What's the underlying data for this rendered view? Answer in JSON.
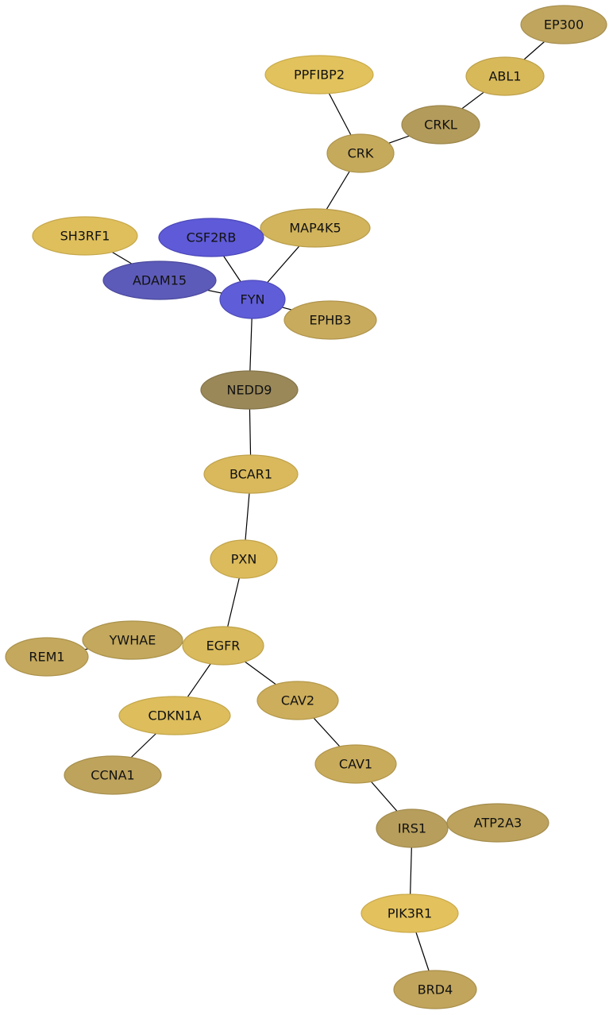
{
  "nodes": [
    {
      "id": "EP300",
      "label": "EP300",
      "fill": "#bfa55e",
      "stroke": "#a89050"
    },
    {
      "id": "ABL1",
      "label": "ABL1",
      "fill": "#d8b95a",
      "stroke": "#bda04a"
    },
    {
      "id": "PPFIBP2",
      "label": "PPFIBP2",
      "fill": "#e1c25c",
      "stroke": "#c9ab4a"
    },
    {
      "id": "CRKL",
      "label": "CRKL",
      "fill": "#b39b5b",
      "stroke": "#9c864c"
    },
    {
      "id": "CRK",
      "label": "CRK",
      "fill": "#c6aa5c",
      "stroke": "#ad944c"
    },
    {
      "id": "MAP4K5",
      "label": "MAP4K5",
      "fill": "#d2b45c",
      "stroke": "#b89c4a"
    },
    {
      "id": "SH3RF1",
      "label": "SH3RF1",
      "fill": "#dfbf5c",
      "stroke": "#c5a74a"
    },
    {
      "id": "CSF2RB",
      "label": "CSF2RB",
      "fill": "#5e5ad8",
      "stroke": "#4b47b8"
    },
    {
      "id": "ADAM15",
      "label": "ADAM15",
      "fill": "#5d5bb9",
      "stroke": "#4a489c"
    },
    {
      "id": "FYN",
      "label": "FYN",
      "fill": "#605dd9",
      "stroke": "#4d4ab9"
    },
    {
      "id": "EPHB3",
      "label": "EPHB3",
      "fill": "#c8ab5c",
      "stroke": "#af944c"
    },
    {
      "id": "NEDD9",
      "label": "NEDD9",
      "fill": "#9a8859",
      "stroke": "#84744a"
    },
    {
      "id": "BCAR1",
      "label": "BCAR1",
      "fill": "#d9b95c",
      "stroke": "#bfa24a"
    },
    {
      "id": "PXN",
      "label": "PXN",
      "fill": "#dcbb5c",
      "stroke": "#c2a44a"
    },
    {
      "id": "YWHAE",
      "label": "YWHAE",
      "fill": "#c3a85d",
      "stroke": "#aa924c"
    },
    {
      "id": "REM1",
      "label": "REM1",
      "fill": "#c4a85d",
      "stroke": "#ab924c"
    },
    {
      "id": "EGFR",
      "label": "EGFR",
      "fill": "#d9ba5c",
      "stroke": "#bfa24a"
    },
    {
      "id": "CDKN1A",
      "label": "CDKN1A",
      "fill": "#ddbd5c",
      "stroke": "#c3a64a"
    },
    {
      "id": "CAV2",
      "label": "CAV2",
      "fill": "#cdae5c",
      "stroke": "#b3974a"
    },
    {
      "id": "CCNA1",
      "label": "CCNA1",
      "fill": "#bea35d",
      "stroke": "#a68e4c"
    },
    {
      "id": "CAV1",
      "label": "CAV1",
      "fill": "#c9ab5c",
      "stroke": "#b0954a"
    },
    {
      "id": "IRS1",
      "label": "IRS1",
      "fill": "#b79e5c",
      "stroke": "#a0894c"
    },
    {
      "id": "ATP2A3",
      "label": "ATP2A3",
      "fill": "#bca25c",
      "stroke": "#a48c4c"
    },
    {
      "id": "PIK3R1",
      "label": "PIK3R1",
      "fill": "#e3c15c",
      "stroke": "#caa94a"
    },
    {
      "id": "BRD4",
      "label": "BRD4",
      "fill": "#c1a55c",
      "stroke": "#a98f4c"
    }
  ],
  "edges": [
    [
      "EP300",
      "ABL1"
    ],
    [
      "ABL1",
      "CRKL"
    ],
    [
      "CRKL",
      "CRK"
    ],
    [
      "PPFIBP2",
      "CRK"
    ],
    [
      "CRK",
      "MAP4K5"
    ],
    [
      "MAP4K5",
      "FYN"
    ],
    [
      "CSF2RB",
      "FYN"
    ],
    [
      "SH3RF1",
      "ADAM15"
    ],
    [
      "ADAM15",
      "FYN"
    ],
    [
      "FYN",
      "EPHB3"
    ],
    [
      "FYN",
      "NEDD9"
    ],
    [
      "NEDD9",
      "BCAR1"
    ],
    [
      "BCAR1",
      "PXN"
    ],
    [
      "PXN",
      "EGFR"
    ],
    [
      "REM1",
      "YWHAE"
    ],
    [
      "YWHAE",
      "EGFR"
    ],
    [
      "EGFR",
      "CDKN1A"
    ],
    [
      "EGFR",
      "CAV2"
    ],
    [
      "CDKN1A",
      "CCNA1"
    ],
    [
      "CAV2",
      "CAV1"
    ],
    [
      "CAV1",
      "IRS1"
    ],
    [
      "IRS1",
      "ATP2A3"
    ],
    [
      "IRS1",
      "PIK3R1"
    ],
    [
      "PIK3R1",
      "BRD4"
    ]
  ]
}
